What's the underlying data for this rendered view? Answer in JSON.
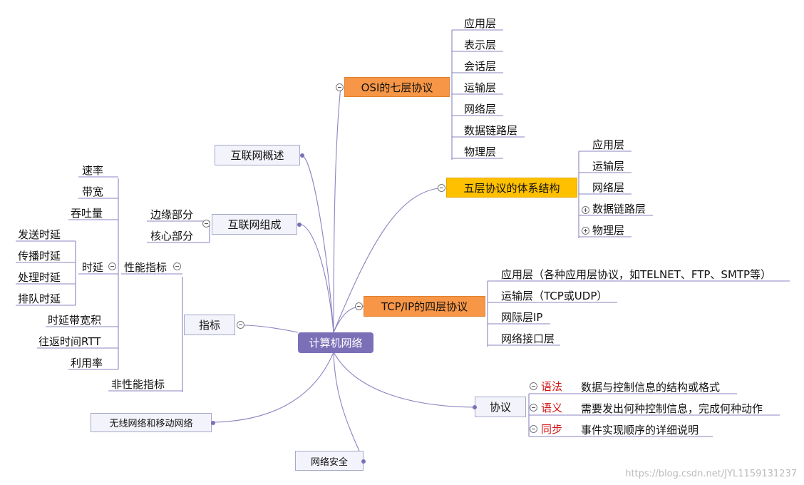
{
  "root": "计算机网络",
  "osi": {
    "title": "OSI的七层协议",
    "layers": [
      "应用层",
      "表示层",
      "会话层",
      "运输层",
      "网络层",
      "数据链路层",
      "物理层"
    ]
  },
  "overview": "互联网概述",
  "five": {
    "title": "五层协议的体系结构",
    "layers": [
      "应用层",
      "运输层",
      "网络层",
      "数据链路层",
      "物理层"
    ]
  },
  "composition": {
    "title": "互联网组成",
    "parts": [
      "边缘部分",
      "核心部分"
    ]
  },
  "tcpip": {
    "title": "TCP/IP的四层协议",
    "layers": [
      "应用层（各种应用层协议，如TELNET、FTP、SMTP等）",
      "运输层（TCP或UDP）",
      "网际层IP",
      "网络接口层"
    ]
  },
  "metrics": {
    "title": "指标",
    "performance": "性能指标",
    "items": [
      "速率",
      "带宽",
      "吞吐量"
    ],
    "delay": {
      "title": "时延",
      "items": [
        "发送时延",
        "传播时延",
        "处理时延",
        "排队时延"
      ]
    },
    "more_items": [
      "时延带宽积",
      "往返时间RTT",
      "利用率"
    ],
    "non_performance": "非性能指标"
  },
  "protocol": {
    "title": "协议",
    "elements": [
      {
        "name": "语法",
        "desc": "数据与控制信息的结构或格式"
      },
      {
        "name": "语义",
        "desc": "需要发出何种控制信息，完成何种动作"
      },
      {
        "name": "同步",
        "desc": "事件实现顺序的详细说明"
      }
    ]
  },
  "wireless": "无线网络和移动网络",
  "security": "网络安全",
  "watermark": "https://blog.csdn.net/JYL1159131237",
  "colors": {
    "line": "#8a84c0",
    "root": "#7b70b7",
    "orange": "#f79646",
    "yellow": "#ffc000",
    "red": "#d21414"
  }
}
